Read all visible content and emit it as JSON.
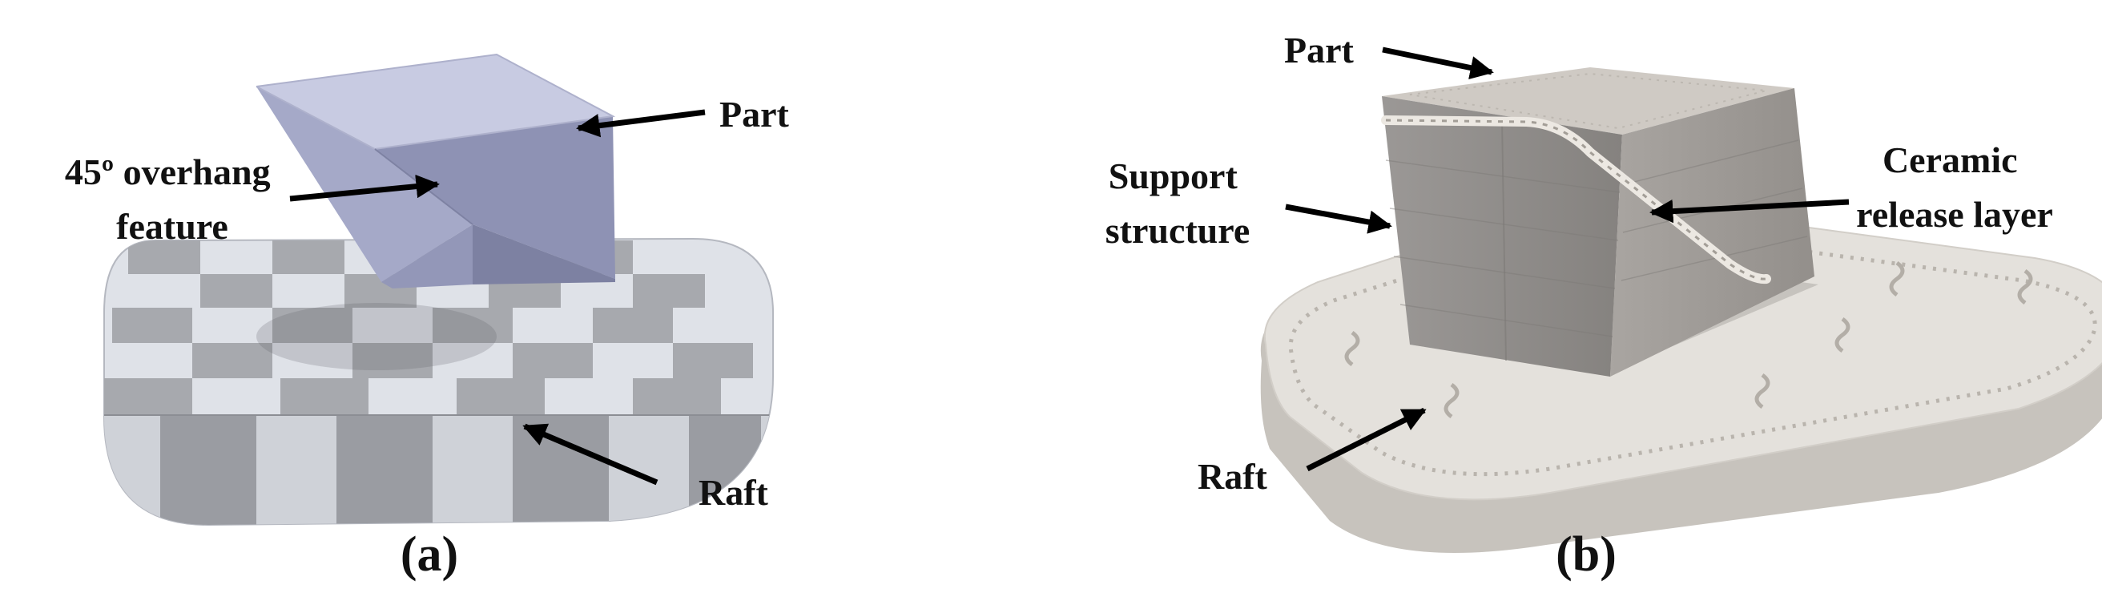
{
  "panel_a": {
    "labels": {
      "overhang": [
        "45º overhang",
        "feature"
      ],
      "part": "Part",
      "raft": "Raft"
    },
    "caption": "(a)",
    "colors": {
      "part_top": "#c8cbe2",
      "part_side": "#8e92b4",
      "part_front": "#a5a9c8",
      "raft_light": "#e2e5ea",
      "raft_dark": "#9a9ca2"
    }
  },
  "panel_b": {
    "labels": {
      "part": "Part",
      "support": [
        "Support",
        "structure"
      ],
      "ceramic": [
        "Ceramic",
        "release layer"
      ],
      "raft": "Raft"
    },
    "caption": "(b)",
    "colors": {
      "block_top": "#cfcac4",
      "block_front": "#8f8c89",
      "block_side": "#a19d99",
      "raft_top": "#e4e1dc",
      "raft_edge": "#c7c3bd"
    }
  }
}
